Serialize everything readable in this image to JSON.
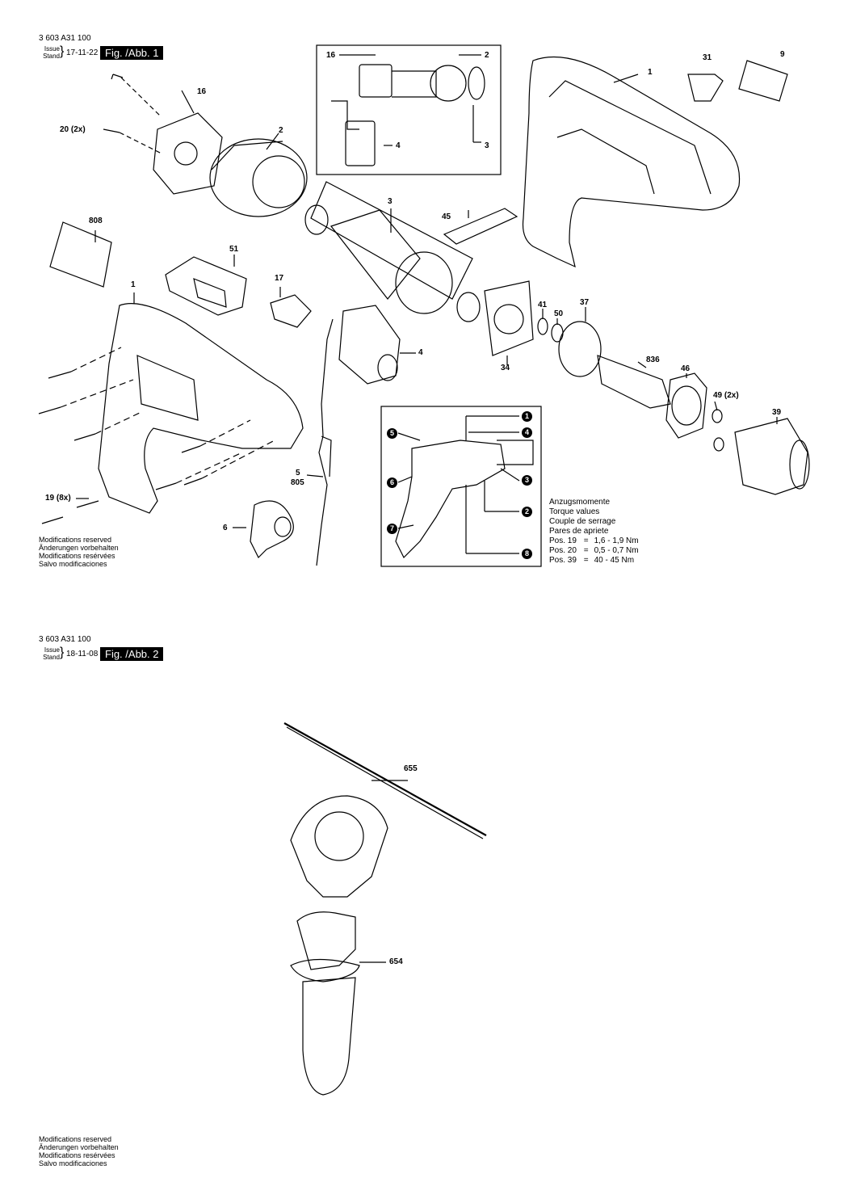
{
  "sheet1": {
    "doc_number": "3 603 A31 100",
    "issue_label": "Issue",
    "stand_label": "Stand",
    "date": "17-11-22",
    "fig_tag": "Fig. /Abb. 1"
  },
  "sheet2": {
    "doc_number": "3 603 A31 100",
    "issue_label": "Issue",
    "stand_label": "Stand",
    "date": "18-11-08",
    "fig_tag": "Fig. /Abb. 2"
  },
  "part_labels": {
    "p16_top": "16",
    "p2_inset": "2",
    "p4_inset": "4",
    "p3_inset": "3",
    "p31": "31",
    "p9": "9",
    "p1_housing_right": "1",
    "p16": "16",
    "p20": "20 (2x)",
    "p2": "2",
    "p3": "3",
    "p45": "45",
    "p808": "808",
    "p51": "51",
    "p17": "17",
    "p1_housing_left": "1",
    "p41": "41",
    "p50": "50",
    "p37": "37",
    "p4": "4",
    "p34": "34",
    "p836": "836",
    "p46": "46",
    "p49": "49 (2x)",
    "p39": "39",
    "p5": "5",
    "p805": "805",
    "p19": "19 (8x)",
    "p6": "6",
    "p655": "655",
    "p654": "654"
  },
  "badges": [
    "1",
    "4",
    "3",
    "2",
    "8",
    "5",
    "6",
    "7"
  ],
  "torque": {
    "lines": [
      "Anzugsmomente",
      "Torque values",
      "Couple de serrage",
      "Pares de apriete"
    ],
    "rows": [
      {
        "pos": "Pos. 19",
        "eq": "=",
        "val": "1,6 - 1,9 Nm"
      },
      {
        "pos": "Pos. 20",
        "eq": "=",
        "val": "0,5 - 0,7 Nm"
      },
      {
        "pos": "Pos. 39",
        "eq": "=",
        "val": "40 - 45 Nm"
      }
    ]
  },
  "notes": [
    "Modifications reserved",
    "Änderungen vorbehalten",
    "Modifications resérvées",
    "Salvo modificaciones"
  ]
}
